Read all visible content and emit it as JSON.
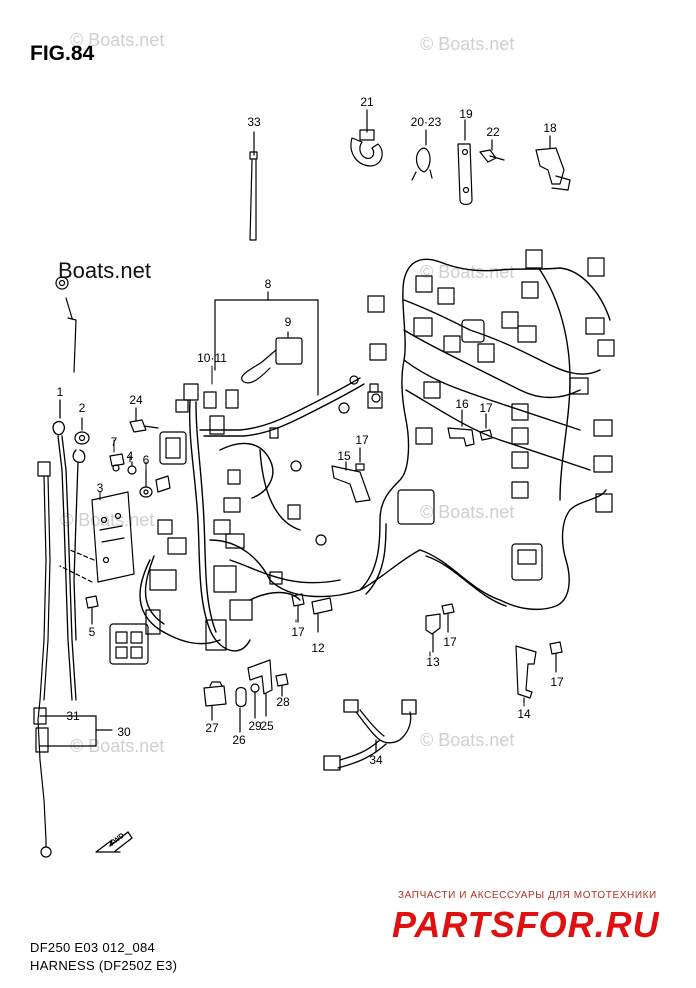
{
  "figure": {
    "title": "FIG.84",
    "code": "DF250 E03 012_084",
    "caption": "HARNESS (DF250Z E3)",
    "fwd_label": "FWD"
  },
  "watermarks": {
    "text_primary": "© Boats.net",
    "text_logo": "Boats.net"
  },
  "brand": {
    "small_text": "ЗАПЧАСТИ И АКСЕССУАРЫ ДЛЯ МОТОТЕХНИКИ",
    "logo_text": "PARTSFOR.RU"
  },
  "callouts": {
    "c1": "1",
    "c2": "2",
    "c3": "3",
    "c4": "4",
    "c5": "5",
    "c6": "6",
    "c7": "7",
    "c8": "8",
    "c9": "9",
    "c10_11": "10·11",
    "c12": "12",
    "c13": "13",
    "c14": "14",
    "c15": "15",
    "c16": "16",
    "c17a": "17",
    "c17b": "17",
    "c17c": "17",
    "c17d": "17",
    "c17e": "17",
    "c18": "18",
    "c19": "19",
    "c20_23": "20·23",
    "c21": "21",
    "c22": "22",
    "c24": "24",
    "c25": "25",
    "c26": "26",
    "c27": "27",
    "c28": "28",
    "c29": "29",
    "c30": "30",
    "c31": "31",
    "c33": "33",
    "c34": "34"
  }
}
